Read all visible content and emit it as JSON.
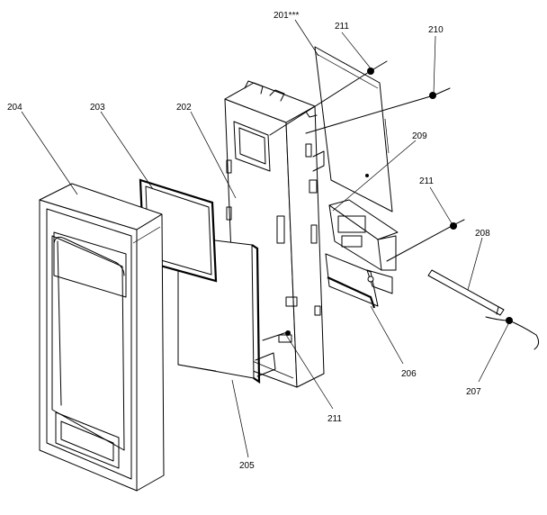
{
  "labels": {
    "l201": "201***",
    "l211a": "211",
    "l210": "210",
    "l204": "204",
    "l203": "203",
    "l202": "202",
    "l209": "209",
    "l211b": "211",
    "l208": "208",
    "l206": "206",
    "l211c": "211",
    "l205": "205",
    "l207": "207"
  }
}
